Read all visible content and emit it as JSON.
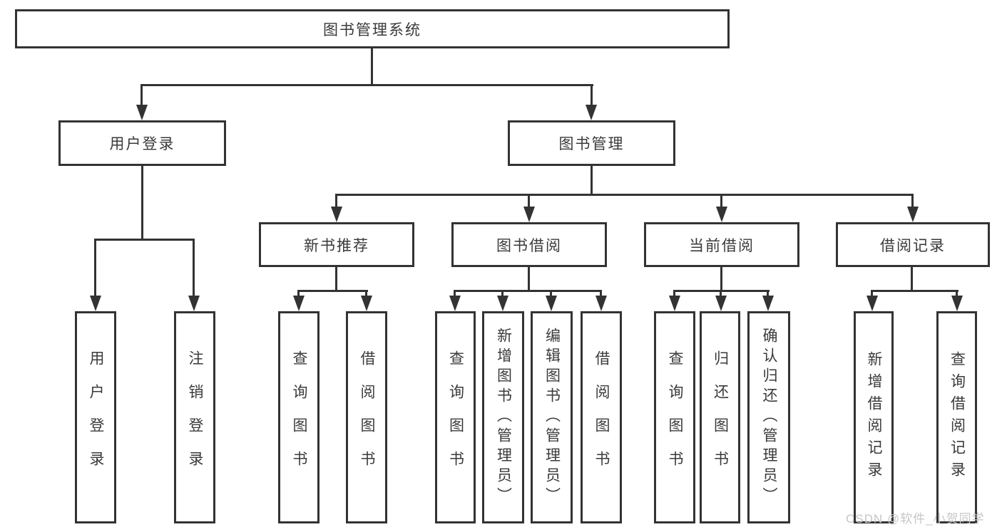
{
  "colors": {
    "line": "#333333",
    "text": "#3a3a3a",
    "background": "#ffffff",
    "watermark": "#c6c6c6"
  },
  "root": {
    "label": "图书管理系统"
  },
  "branches": {
    "user_login": {
      "label": "用户登录",
      "children": [
        {
          "label": "用户登录"
        },
        {
          "label": "注销登录"
        }
      ]
    },
    "book_management": {
      "label": "图书管理",
      "children": {
        "new_book_recommend": {
          "label": "新书推荐",
          "children": [
            {
              "label": "查询图书"
            },
            {
              "label": "借阅图书"
            }
          ]
        },
        "book_borrowing": {
          "label": "图书借阅",
          "children": [
            {
              "label": "查询图书"
            },
            {
              "label": "新增图书（管理员）"
            },
            {
              "label": "编辑图书（管理员）"
            },
            {
              "label": "借阅图书"
            }
          ]
        },
        "current_borrowing": {
          "label": "当前借阅",
          "children": [
            {
              "label": "查询图书"
            },
            {
              "label": "归还图书"
            },
            {
              "label": "确认归还（管理员）"
            }
          ]
        },
        "borrowing_records": {
          "label": "借阅记录",
          "children": [
            {
              "label": "新增借阅记录"
            },
            {
              "label": "查询借阅记录"
            }
          ]
        }
      }
    }
  },
  "watermark": {
    "text": "CSDN @软件_小贺同学"
  }
}
